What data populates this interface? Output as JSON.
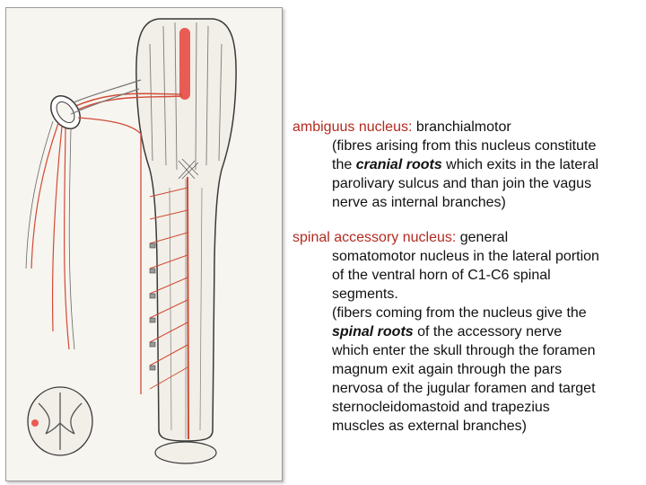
{
  "figure": {
    "colors": {
      "nerve": "#d24a35",
      "nucleus": "#e85c55",
      "outline": "#3a3a3a",
      "paper": "#f7f5f0"
    }
  },
  "text": {
    "ambiguus": {
      "term": "ambiguus nucleus:",
      "type": " branchialmotor",
      "line1": "(fibres arising from this nucleus constitute",
      "line2_pre": "the ",
      "line2_em": "cranial roots",
      "line2_post": " which exits in the lateral",
      "line3": "parolivary sulcus and than join the vagus",
      "line4": "nerve as internal branches)"
    },
    "spinal": {
      "term": "spinal accessory nucleus:",
      "type": " general",
      "line1": "somatomotor nucleus in the lateral portion",
      "line2": "of the ventral horn of C1-C6 spinal",
      "line3": "segments.",
      "line4": "(fibers coming from the nucleus give the",
      "line5_em": "spinal roots",
      "line5_post": " of the accessory nerve",
      "line6": "which enter the skull through the foramen",
      "line7": "magnum exit again through the pars",
      "line8": "nervosa of the jugular foramen and target",
      "line9": "sternocleidomastoid and trapezius",
      "line10": "muscles as external branches)"
    }
  }
}
